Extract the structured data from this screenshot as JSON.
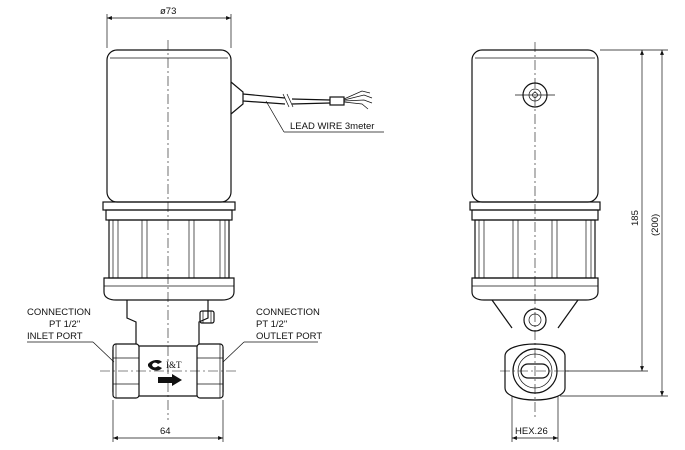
{
  "dimensions": {
    "diameter": "ø73",
    "height": "185",
    "overall_height": "(200)",
    "width": "64",
    "hex": "HEX.26"
  },
  "labels": {
    "lead_wire": "LEAD WIRE 3meter",
    "inlet": [
      "CONNECTION",
      "PT 1/2\"",
      "INLET PORT"
    ],
    "outlet": [
      "CONNECTION",
      "PT 1/2\"",
      "OUTLET PORT"
    ],
    "logo": "I&T"
  }
}
